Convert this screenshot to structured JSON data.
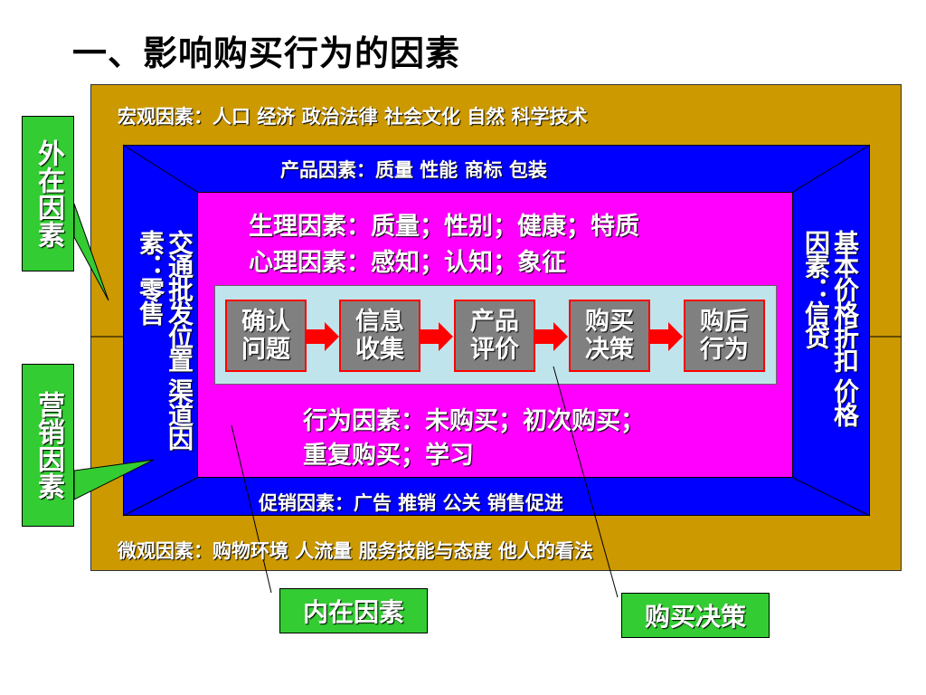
{
  "title": "一、影响购买行为的因素",
  "macro": "宏观因素：人口  经济  政治法律  社会文化  自然  科学技术",
  "micro": "微观因素：购物环境  人流量  服务技能与态度  他人的看法",
  "product": "产品因素：质量  性能  商标  包装",
  "promotion": "促销因素：广告  推销  公关  销售促进",
  "channel": "渠道因素：交通  批发  零售  位置",
  "channel_col1": "渠道因素：零售",
  "channel_col2": "交通批发位置",
  "price_col1": "价格因素：信贷",
  "price_col2": "基本价格折扣",
  "physiological": "生理因素：质量；性别；健康；特质",
  "psychological": "心理因素：感知；认知；象征",
  "behavior_line1": "行为因素：未购买；初次购买；",
  "behavior_line2": "重复购买；学习",
  "steps": [
    {
      "line1": "确认",
      "line2": "问题"
    },
    {
      "line1": "信息",
      "line2": "收集"
    },
    {
      "line1": "产品",
      "line2": "评价"
    },
    {
      "line1": "购买",
      "line2": "决策"
    },
    {
      "line1": "购后",
      "line2": "行为"
    }
  ],
  "callouts": {
    "external": "外在因素",
    "marketing": "营销因素",
    "internal": "内在因素",
    "decision": "购买决策"
  },
  "colors": {
    "outer": "#cc9900",
    "blue": "#0000ff",
    "pink": "#ff00ff",
    "process": "#c0e4ec",
    "step": "#808080",
    "arrow": "#ff0000",
    "callout": "#33cc33"
  }
}
